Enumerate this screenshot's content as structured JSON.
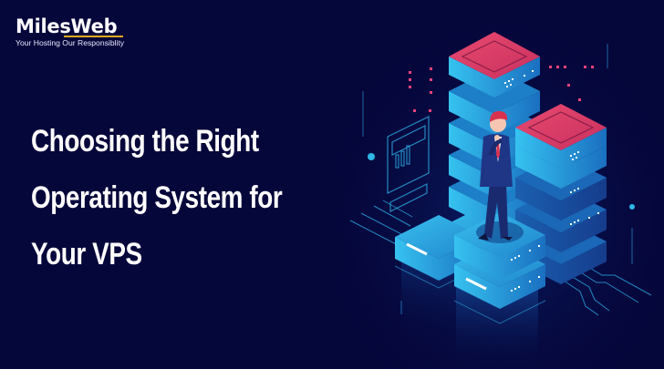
{
  "brand": {
    "name": "MilesWeb",
    "tagline": "Your Hosting Our Responsiblity",
    "underline_color": "#e2a81e"
  },
  "headline": {
    "lines": [
      "Choosing the Right",
      "Operating System for",
      "Your VPS"
    ]
  },
  "illustration": {
    "description": "isometric server stacks with businessman",
    "icons": [
      "server-stack-icon",
      "businessman-icon",
      "dashboard-panel-icon",
      "circuit-lines-icon"
    ]
  },
  "colors": {
    "background": "#05063a",
    "server_top": "#d93a6a",
    "server_body": "#1e8fd0",
    "accent_cyan": "#2fb6e8",
    "text": "#ffffff"
  }
}
